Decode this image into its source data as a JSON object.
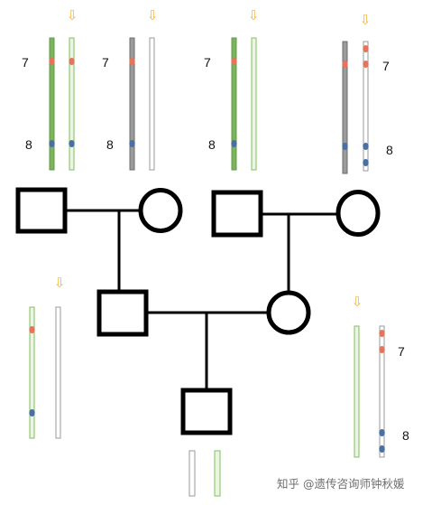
{
  "labels": {
    "locus_a": "7",
    "locus_b": "8"
  },
  "watermark": "知乎 @遗传咨询师钟秋媛",
  "colors": {
    "green_fill": "#7ab55c",
    "green_outline": "#5f9a45",
    "light_green_fill": "#eaf6e1",
    "light_green_outline": "#7fbf5e",
    "gray_fill": "#9b9b9b",
    "gray_outline": "#6e6e6e",
    "white_fill": "#ffffff",
    "white_outline": "#9a9a9a",
    "allele_red": "#e8735a",
    "allele_blue": "#4a6fa5",
    "arrow_orange": "#f5b33c",
    "pedigree_line": "#000000"
  },
  "icons": {
    "arrow": "down-arrow-icon"
  },
  "pedigree": {
    "symbols": [
      "male-square",
      "female-circle",
      "male-square",
      "female-circle",
      "male-square",
      "female-circle",
      "male-square"
    ]
  }
}
